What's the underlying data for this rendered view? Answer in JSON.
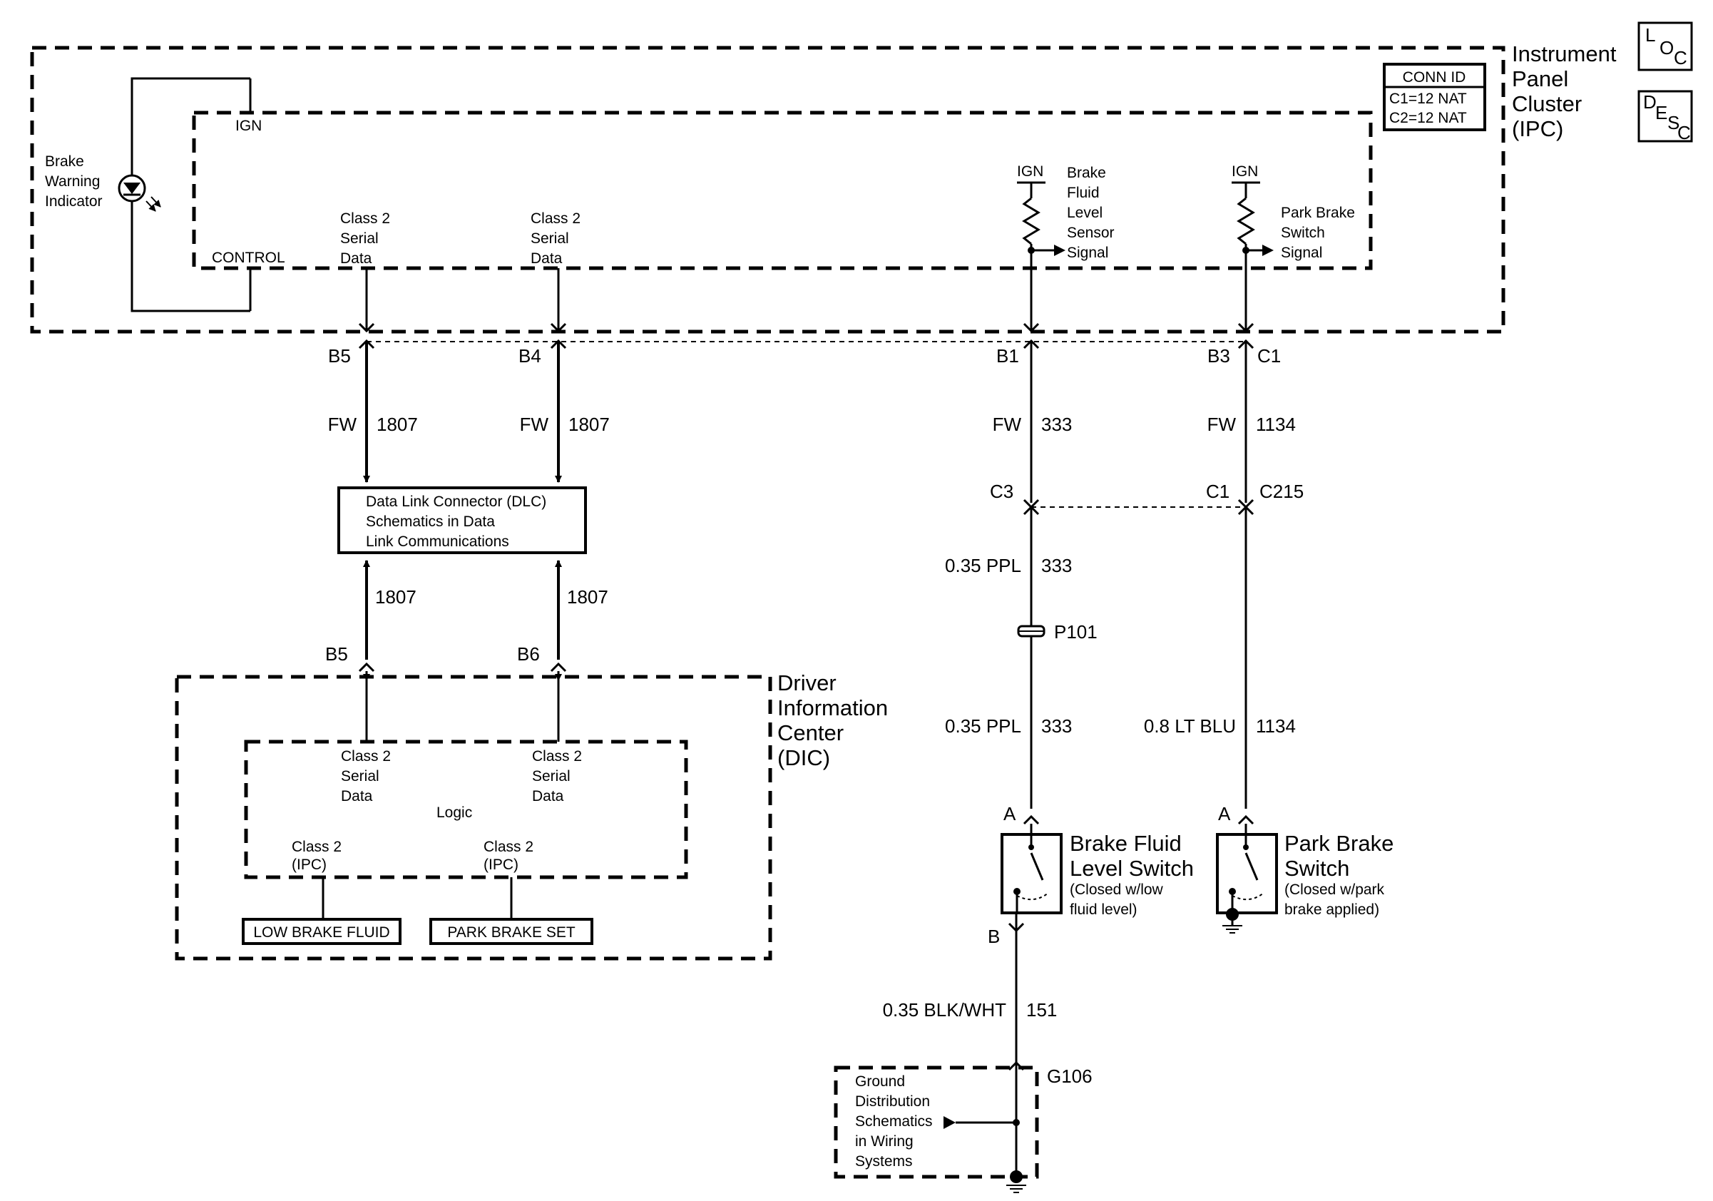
{
  "ipc": {
    "title": [
      "Instrument",
      "Panel",
      "Cluster",
      "(IPC)"
    ],
    "conn_id": {
      "header": "CONN ID",
      "rows": [
        "C1=12 NAT",
        "C2=12 NAT"
      ]
    },
    "brake_indicator": [
      "Brake",
      "Warning",
      "Indicator"
    ],
    "ign": "IGN",
    "control": "CONTROL",
    "serial_a": [
      "Class 2",
      "Serial",
      "Data"
    ],
    "serial_b": [
      "Class 2",
      "Serial",
      "Data"
    ],
    "ign_fluid": "IGN",
    "fluid_signal": [
      "Brake",
      "Fluid",
      "Level",
      "Sensor",
      "Signal"
    ],
    "ign_park": "IGN",
    "park_signal": [
      "Park Brake",
      "Switch",
      "Signal"
    ]
  },
  "side_icons": {
    "loc": {
      "big": "L",
      "small": "O",
      "last": "C"
    },
    "desc": {
      "big": "D",
      "small": "E",
      "mid": "S",
      "last": "C"
    }
  },
  "pins": {
    "b5_top": "B5",
    "b4_top": "B4",
    "b1": "B1",
    "b3": "B3",
    "c1_top": "C1",
    "c3": "C3",
    "c1_mid": "C1",
    "c215": "C215",
    "b5_dic": "B5",
    "b6_dic": "B6",
    "a_fluid": "A",
    "a_park": "A",
    "b_fluid": "B",
    "p101": "P101",
    "g106": "G106"
  },
  "wires": {
    "w1": {
      "color": "FW",
      "circuit": "1807"
    },
    "w2": {
      "color": "FW",
      "circuit": "1807"
    },
    "w3": {
      "color": "FW",
      "circuit": "333"
    },
    "w4": {
      "color": "FW",
      "circuit": "1134"
    },
    "w5": {
      "circuit": "1807"
    },
    "w6": {
      "circuit": "1807"
    },
    "w7": {
      "color": "0.35 PPL",
      "circuit": "333"
    },
    "w8": {
      "color": "0.35 PPL",
      "circuit": "333"
    },
    "w9": {
      "color": "0.8 LT BLU",
      "circuit": "1134"
    },
    "w10": {
      "color": "0.35 BLK/WHT",
      "circuit": "151"
    }
  },
  "dlc": [
    "Data Link Connector (DLC)",
    "Schematics in Data",
    "Link Communications"
  ],
  "dic": {
    "title": [
      "Driver",
      "Information",
      "Center",
      "(DIC)"
    ],
    "serial_a": [
      "Class 2",
      "Serial",
      "Data"
    ],
    "serial_b": [
      "Class 2",
      "Serial",
      "Data"
    ],
    "logic": "Logic",
    "ipc_a": [
      "Class 2",
      "(IPC)"
    ],
    "ipc_b": [
      "Class 2",
      "(IPC)"
    ],
    "low_brake": "LOW BRAKE FLUID",
    "park_set": "PARK BRAKE SET"
  },
  "fluid_switch": {
    "title": [
      "Brake Fluid",
      "Level Switch"
    ],
    "note": [
      "(Closed w/low",
      "fluid level)"
    ]
  },
  "park_switch": {
    "title": [
      "Park Brake",
      "Switch"
    ],
    "note": [
      "(Closed w/park",
      "brake applied)"
    ]
  },
  "ground": [
    "Ground",
    "Distribution",
    "Schematics",
    "in Wiring",
    "Systems"
  ]
}
